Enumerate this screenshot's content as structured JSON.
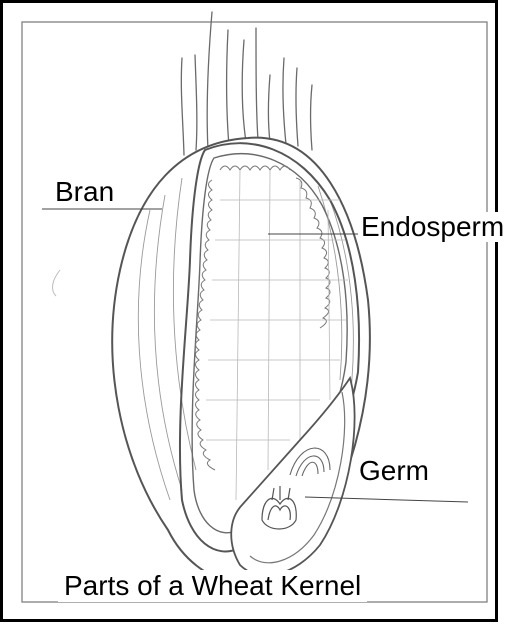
{
  "diagram": {
    "title": "Parts of a Wheat Kernel",
    "labels": {
      "bran": "Bran",
      "endosperm": "Endosperm",
      "germ": "Germ"
    },
    "colors": {
      "ink": "#5a5a5a",
      "frame": "#000000",
      "background": "#ffffff",
      "label_text": "#000000"
    }
  }
}
